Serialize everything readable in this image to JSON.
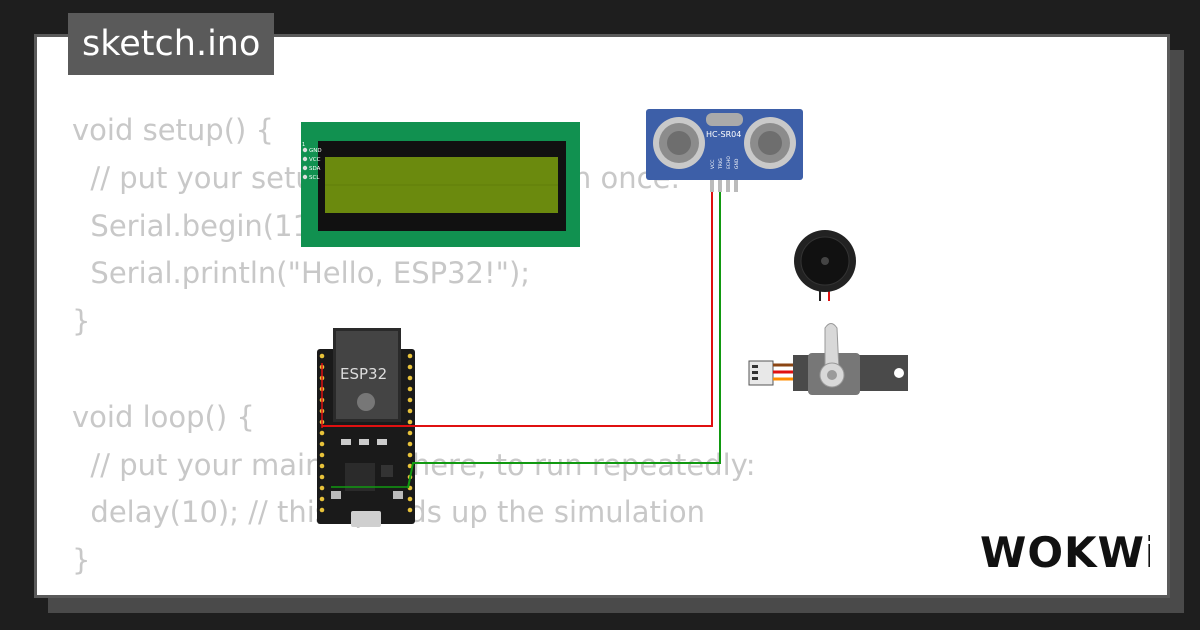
{
  "tab": {
    "filename": "sketch.ino"
  },
  "code_lines": [
    "void setup() {",
    "  // put your setup code here, to run once:",
    "  Serial.begin(115200);",
    "  Serial.println(\"Hello, ESP32!\");",
    "}",
    "",
    "void loop() {",
    "  // put your main code here, to run repeatedly:",
    "  delay(10); // this speeds up the simulation",
    "}"
  ],
  "components": {
    "lcd": {
      "pins": [
        "GND",
        "VCC",
        "SDA",
        "SCL"
      ]
    },
    "ultrasonic": {
      "label": "HC-SR04",
      "pins": [
        "VCC",
        "TRIG",
        "ECHO",
        "GND"
      ]
    },
    "mcu": {
      "label": "ESP32"
    }
  },
  "brand": {
    "logo_text": "WOKWi"
  },
  "colors": {
    "wire_red": "#e01010",
    "wire_green": "#119911",
    "lcd_board": "#119150",
    "lcd_screen": "#6b8a0e",
    "sensor_blue": "#3d5fa8",
    "board_dark": "#1a1a1a"
  }
}
